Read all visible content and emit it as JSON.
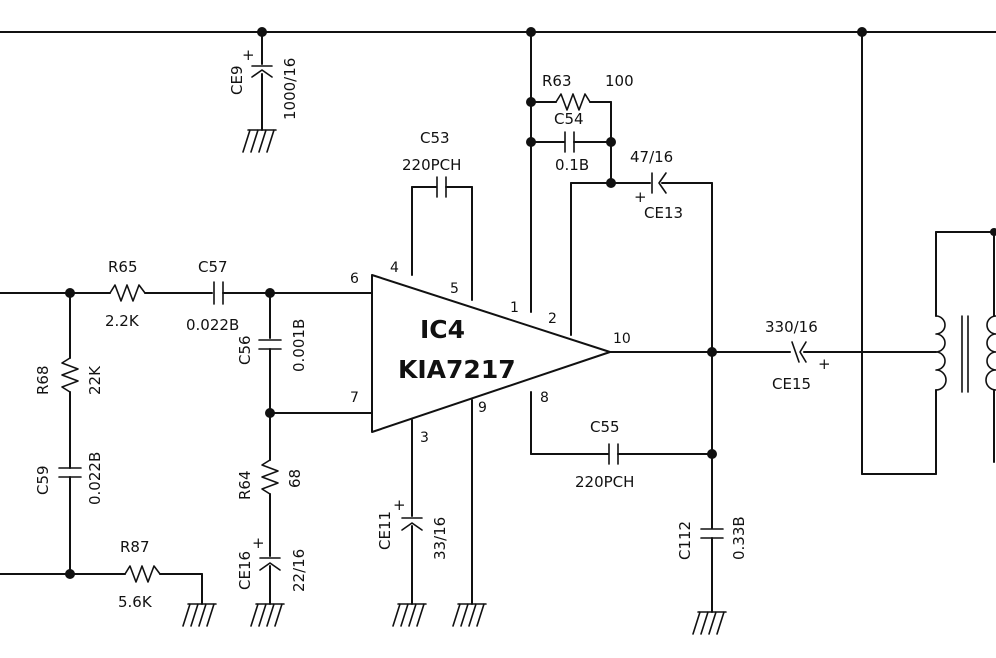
{
  "ic": {
    "name": "IC4",
    "part": "KIA7217"
  },
  "pins": {
    "p1": "1",
    "p2": "2",
    "p3": "3",
    "p4": "4",
    "p5": "5",
    "p6": "6",
    "p7": "7",
    "p8": "8",
    "p9": "9",
    "p10": "10"
  },
  "components": {
    "ce9": {
      "ref": "CE9",
      "value": "1000/16"
    },
    "c53": {
      "ref": "C53",
      "value": "220PCH"
    },
    "r63": {
      "ref": "R63",
      "value": "100"
    },
    "c54": {
      "ref": "C54",
      "value": "0.1B"
    },
    "ce13": {
      "ref": "CE13",
      "value": "47/16"
    },
    "r65": {
      "ref": "R65",
      "value": "2.2K"
    },
    "c57": {
      "ref": "C57",
      "value": "0.022B"
    },
    "c56": {
      "ref": "C56",
      "value": "0.001B"
    },
    "r68": {
      "ref": "R68",
      "value": "22K"
    },
    "c59": {
      "ref": "C59",
      "value": "0.022B"
    },
    "r87": {
      "ref": "R87",
      "value": "5.6K"
    },
    "r64": {
      "ref": "R64",
      "value": "68"
    },
    "ce16": {
      "ref": "CE16",
      "value": "22/16"
    },
    "ce11": {
      "ref": "CE11",
      "value": "33/16"
    },
    "c55": {
      "ref": "C55",
      "value": "220PCH"
    },
    "c112": {
      "ref": "C112",
      "value": "0.33B"
    },
    "ce15": {
      "ref": "CE15",
      "value": "330/16"
    }
  },
  "polarity": {
    "plus": "+"
  }
}
